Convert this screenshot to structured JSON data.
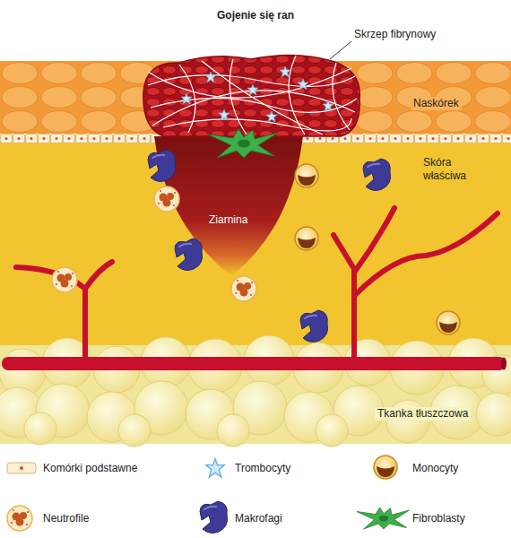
{
  "diagram": {
    "title": "Gojenie się ran",
    "nodes": [
      {
        "text": [
          "Naskórek"
        ]
      },
      {
        "text": [
          "Skóra właściwa"
        ]
      },
      {
        "text": [
          "Ziarnina"
        ],
        "in": 1
      },
      {
        "text": [
          "Tkanka tłuszczowa"
        ]
      }
    ],
    "labels": [
      "Skrzep fibrynowy"
    ],
    "legend": [
      {
        "text": "Komórki podstawne"
      },
      {
        "text": "Trombocyty"
      },
      {
        "text": "Monocyty"
      },
      {
        "text": "Neutrofile"
      },
      {
        "text": "Makrofagi"
      },
      {
        "text": "Fibroblasty"
      }
    ]
  }
}
